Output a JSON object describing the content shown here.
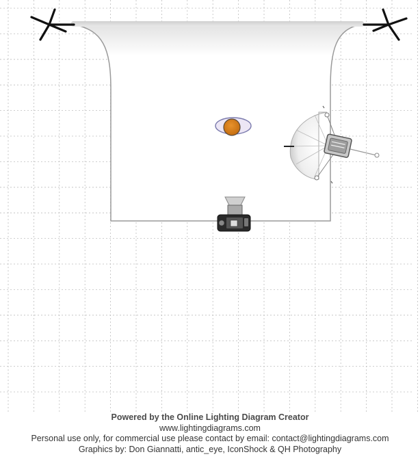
{
  "diagram": {
    "objects": [
      {
        "type": "backdrop-stand",
        "side": "left"
      },
      {
        "type": "backdrop-stand",
        "side": "right"
      },
      {
        "type": "white-paper-backdrop"
      },
      {
        "type": "subject",
        "color": "#d9801e"
      },
      {
        "type": "umbrella-light",
        "side": "right"
      },
      {
        "type": "camera",
        "position": "front"
      }
    ]
  },
  "footer": {
    "line1": "Powered by the Online Lighting Diagram Creator",
    "line2": "www.lightingdiagrams.com",
    "line3": "Personal use only, for commercial use please contact by email: contact@lightingdiagrams.com",
    "line4": "Graphics by: Don Giannatti, antic_eye, IconShock & QH Photography"
  },
  "colors": {
    "grid": "#bdbdbd",
    "backdrop_edge": "#9a9a9a",
    "subject": "#d9801e",
    "subject_shadow": "#7c7cae",
    "stand": "#111111"
  }
}
